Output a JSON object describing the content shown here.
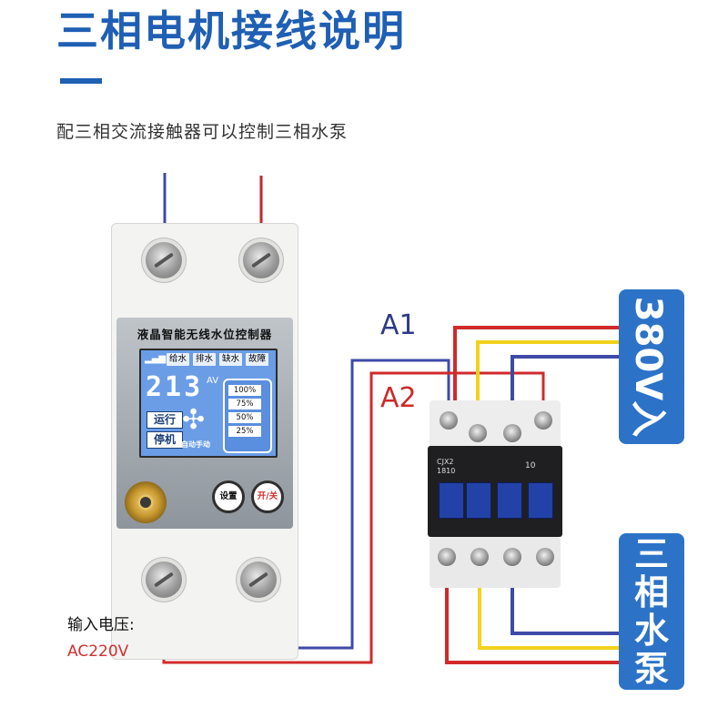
{
  "title": "三相电机接线说明",
  "subtitle": "配三相交流接触器可以控制三相水泵",
  "controller": {
    "name": "液晶智能无线水位控制器",
    "tabs": [
      "给水",
      "排水",
      "缺水",
      "故障"
    ],
    "voltage_reading": "213",
    "voltage_unit": "AV",
    "levels": [
      "100%",
      "75%",
      "50%",
      "25%"
    ],
    "run_label": "运行",
    "stop_label": "停机",
    "mode_label": "自动手动",
    "settings_button": "设置",
    "power_button": "开/关"
  },
  "labels": {
    "a1": "A1",
    "a2": "A2",
    "input_voltage_label": "输入电压:",
    "input_voltage_value": "AC220V",
    "supply": "380V入",
    "pump": [
      "三",
      "相",
      "水",
      "泵"
    ]
  },
  "contactor": {
    "model": "CJX2\n1810",
    "contact": "10"
  },
  "colors": {
    "title": "#1f5fb4",
    "wire_blue": "#3f4aa8",
    "wire_red": "#d12a2a",
    "wire_yellow": "#f2d21b",
    "box_blue": "#2c73c8"
  }
}
